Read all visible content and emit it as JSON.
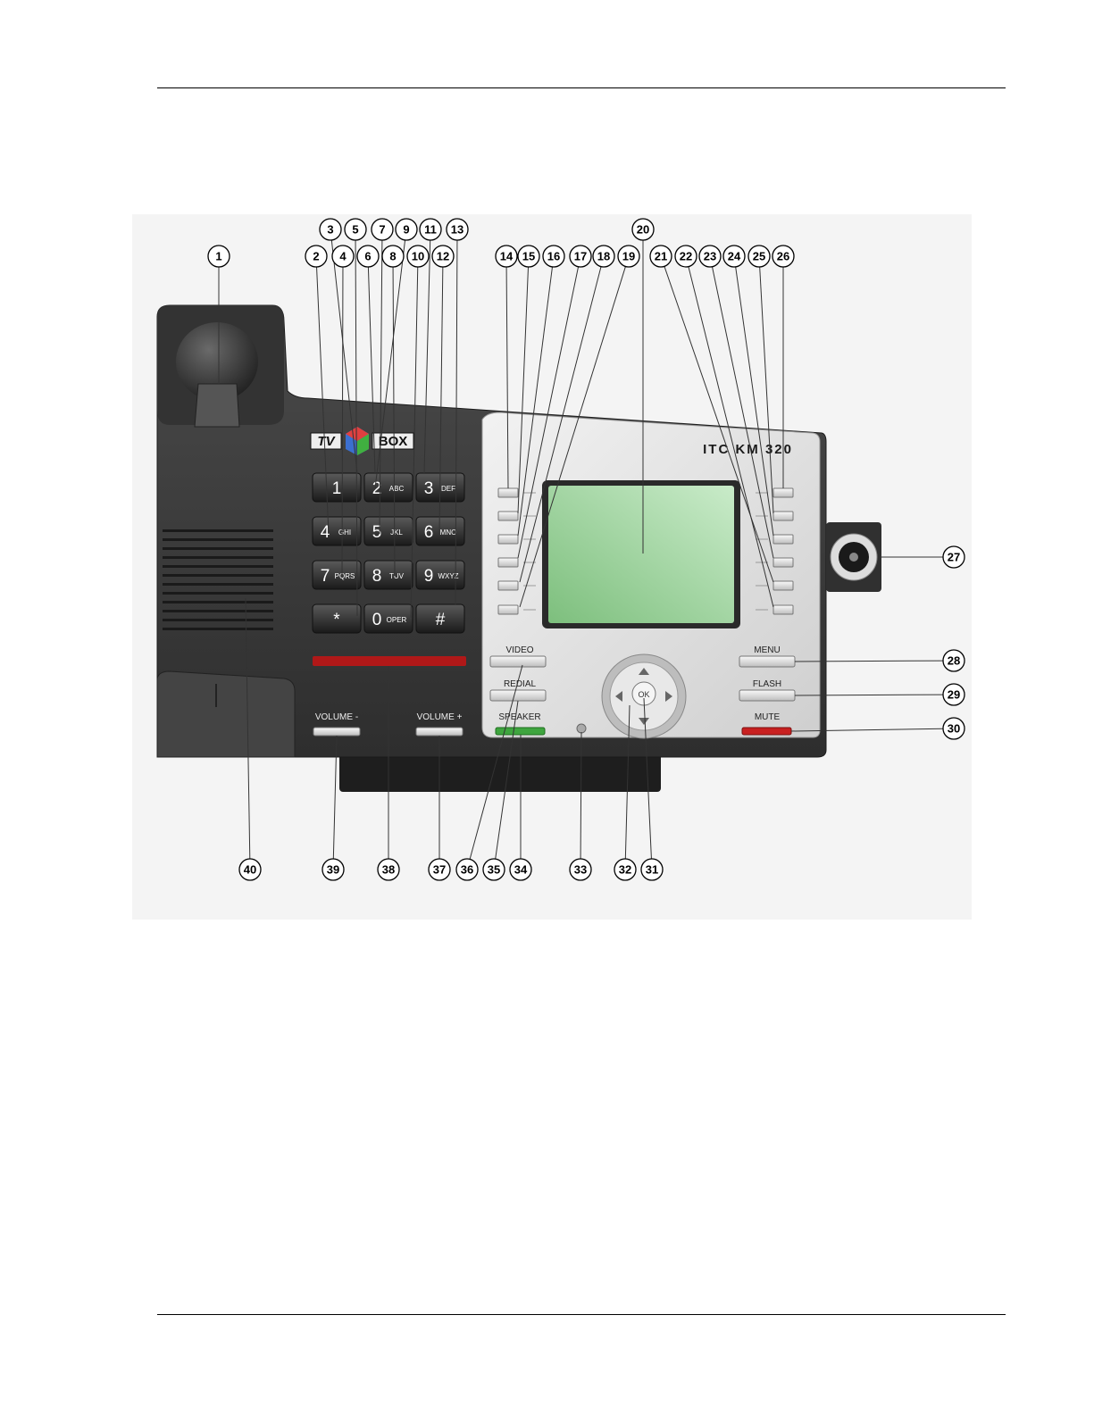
{
  "phone": {
    "brand_left": "TV",
    "brand_right": "BOX",
    "model": "ITC KM 320",
    "keypad": [
      {
        "main": "1",
        "sub": ""
      },
      {
        "main": "2",
        "sub": "ABC"
      },
      {
        "main": "3",
        "sub": "DEF"
      },
      {
        "main": "4",
        "sub": "GHI"
      },
      {
        "main": "5",
        "sub": "JKL"
      },
      {
        "main": "6",
        "sub": "MNO"
      },
      {
        "main": "7",
        "sub": "PQRS"
      },
      {
        "main": "8",
        "sub": "TUV"
      },
      {
        "main": "9",
        "sub": "WXYZ"
      },
      {
        "main": "*",
        "sub": ""
      },
      {
        "main": "0",
        "sub": "OPER"
      },
      {
        "main": "#",
        "sub": ""
      }
    ],
    "buttons": {
      "video": "VIDEO",
      "redial": "REDIAL",
      "speaker": "SPEAKER",
      "menu": "MENU",
      "flash": "FLASH",
      "mute": "MUTE",
      "ok": "OK",
      "volume_down": "VOLUME -",
      "volume_up": "VOLUME +"
    },
    "colors": {
      "body": "#3a3a3a",
      "panel": "#e2e2e2",
      "screen": "#8fcf8f",
      "message_bar": "#b01818",
      "speaker_led": "#3fa53f",
      "mute_led": "#c82020"
    }
  },
  "callouts": [
    "1",
    "2",
    "3",
    "4",
    "5",
    "6",
    "7",
    "8",
    "9",
    "10",
    "11",
    "12",
    "13",
    "14",
    "15",
    "16",
    "17",
    "18",
    "19",
    "20",
    "21",
    "22",
    "23",
    "24",
    "25",
    "26",
    "27",
    "28",
    "29",
    "30",
    "31",
    "32",
    "33",
    "34",
    "35",
    "36",
    "37",
    "38",
    "39",
    "40"
  ]
}
